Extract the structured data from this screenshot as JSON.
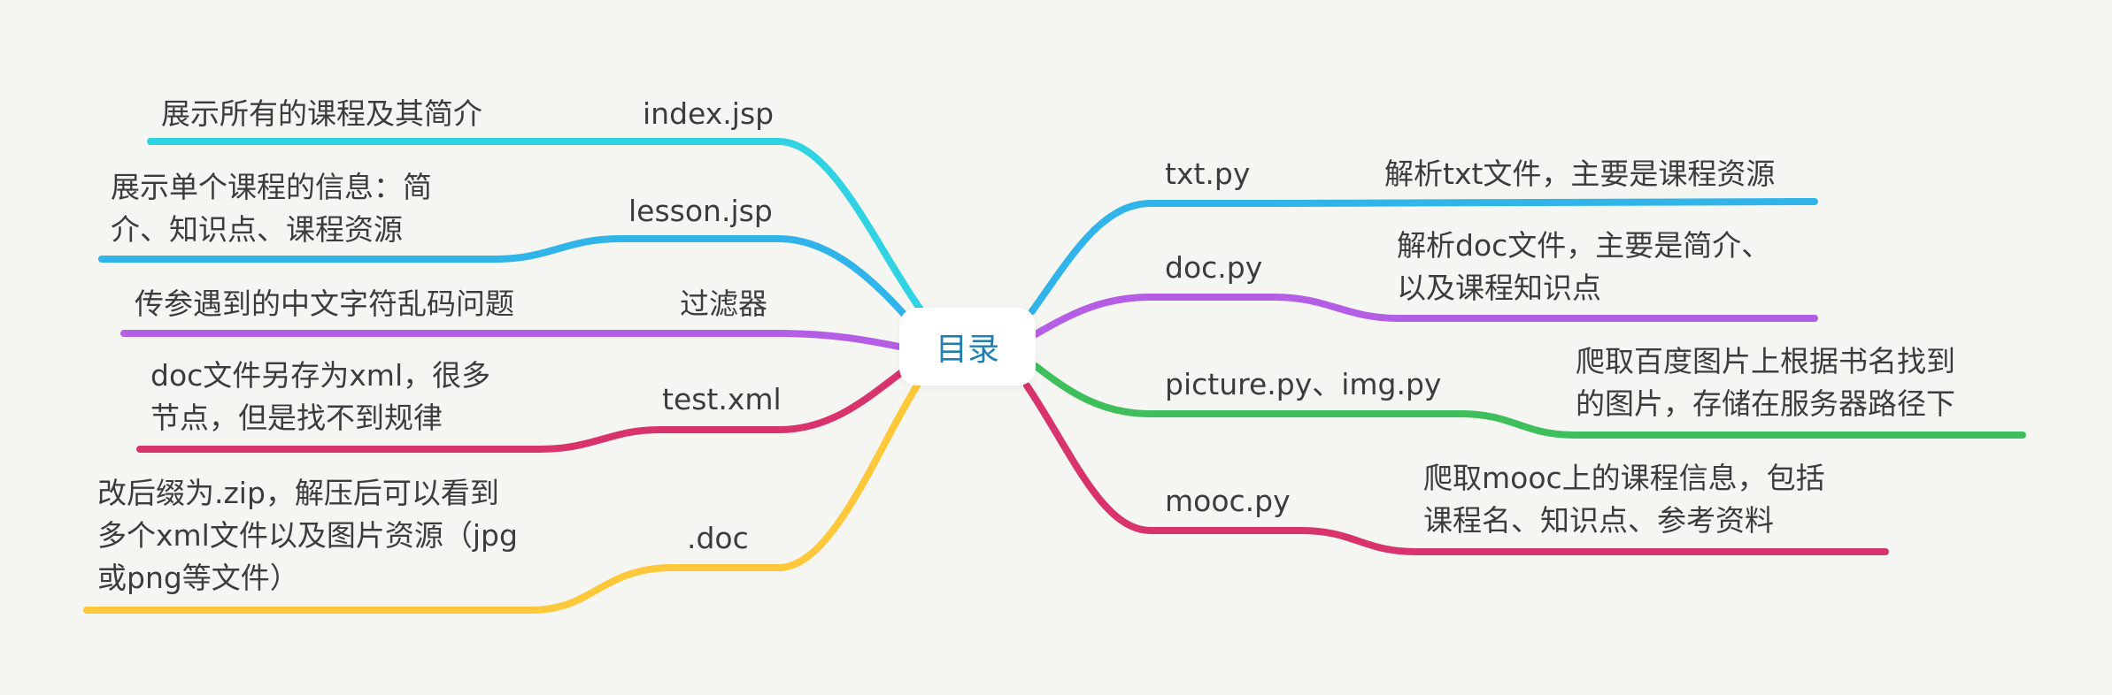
{
  "root": {
    "label": "目录"
  },
  "branches": [
    {
      "id": "index-jsp",
      "label": "index.jsp",
      "desc": "展示所有的课程及其简介",
      "color": "#2fd3e2"
    },
    {
      "id": "lesson-jsp",
      "label": "lesson.jsp",
      "desc": "展示单个课程的信息：简\n介、知识点、课程资源",
      "color": "#31b4ea"
    },
    {
      "id": "filter",
      "label": "过滤器",
      "desc": "传参遇到的中文字符乱码问题",
      "color": "#b45ee6"
    },
    {
      "id": "test-xml",
      "label": "test.xml",
      "desc": "doc文件另存为xml，很多\n节点，但是找不到规律",
      "color": "#d8336c"
    },
    {
      "id": "doc",
      "label": ".doc",
      "desc": "改后缀为.zip，解压后可以看到\n多个xml文件以及图片资源（jpg\n或png等文件）",
      "color": "#fec83a"
    },
    {
      "id": "txt-py",
      "label": "txt.py",
      "desc": "解析txt文件，主要是课程资源",
      "color": "#31b4ea"
    },
    {
      "id": "doc-py",
      "label": "doc.py",
      "desc": "解析doc文件，主要是简介、\n以及课程知识点",
      "color": "#b45ee6"
    },
    {
      "id": "picture-py",
      "label": "picture.py、img.py",
      "desc": "爬取百度图片上根据书名找到\n的图片，存储在服务器路径下",
      "color": "#3ebf5c"
    },
    {
      "id": "mooc-py",
      "label": "mooc.py",
      "desc": "爬取mooc上的课程信息，包括\n课程名、知识点、参考资料",
      "color": "#d8336c"
    }
  ]
}
